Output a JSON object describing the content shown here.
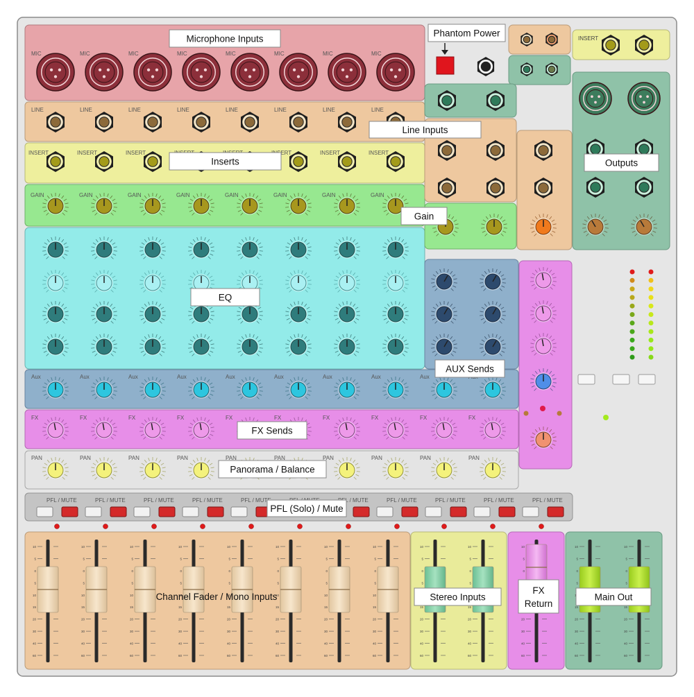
{
  "labels": {
    "mic_inputs": "Microphone Inputs",
    "phantom": "Phantom Power",
    "line_inputs": "Line Inputs",
    "inserts": "Inserts",
    "outputs": "Outputs",
    "gain": "Gain",
    "eq": "EQ",
    "aux_sends": "AUX Sends",
    "fx_sends": "FX Sends",
    "pan": "Panorama / Balance",
    "pfl": "PFL (Solo) / Mute",
    "channel_fader": "Channel Fader / Mono Inputs",
    "stereo_inputs": "Stereo Inputs",
    "fx_return_1": "FX",
    "fx_return_2": "Return",
    "main_out": "Main Out"
  },
  "small_labels": {
    "mic": "MIC",
    "line": "LINE",
    "insert": "INSERT",
    "gain": "GAIN",
    "aux": "Aux",
    "fx": "FX",
    "pan": "PAN",
    "pfl_mute": "PFL / MUTE"
  },
  "fader_scale": [
    "10",
    "5",
    "0",
    "5",
    "10",
    "15",
    "20",
    "30",
    "40",
    "60"
  ],
  "colors": {
    "panel": "#e6e6e6",
    "mic_strip": "#e7a4a9",
    "line_strip": "#eec89f",
    "insert_strip": "#eeef9d",
    "gain_strip": "#97e890",
    "eq_strip": "#93ebe9",
    "aux_strip": "#8fb0cb",
    "fx_strip": "#e78ee8",
    "pan_strip": "#e4e4e4",
    "pfl_strip": "#c4c4c4",
    "stereo_strip": "#e9eb9a",
    "main_strip": "#8fc2a8",
    "mute_red": "#d42a2a",
    "phantom_red": "#e0151d"
  }
}
